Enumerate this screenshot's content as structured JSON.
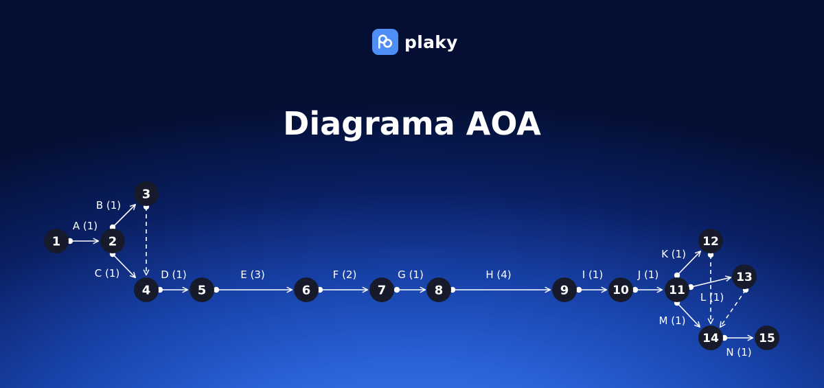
{
  "brand": {
    "name": "plaky"
  },
  "title": "Diagrama AOA",
  "colors": {
    "node_fill": "#161a2b",
    "line": "#ffffff",
    "brand": "#4f8ef7"
  },
  "nodes": [
    {
      "id": 1,
      "label": "1"
    },
    {
      "id": 2,
      "label": "2"
    },
    {
      "id": 3,
      "label": "3"
    },
    {
      "id": 4,
      "label": "4"
    },
    {
      "id": 5,
      "label": "5"
    },
    {
      "id": 6,
      "label": "6"
    },
    {
      "id": 7,
      "label": "7"
    },
    {
      "id": 8,
      "label": "8"
    },
    {
      "id": 9,
      "label": "9"
    },
    {
      "id": 10,
      "label": "10"
    },
    {
      "id": 11,
      "label": "11"
    },
    {
      "id": 12,
      "label": "12"
    },
    {
      "id": 13,
      "label": "13"
    },
    {
      "id": 14,
      "label": "14"
    },
    {
      "id": 15,
      "label": "15"
    }
  ],
  "activities": [
    {
      "from": 1,
      "to": 2,
      "name": "A",
      "duration": 1,
      "label": "A (1)"
    },
    {
      "from": 2,
      "to": 3,
      "name": "B",
      "duration": 1,
      "label": "B (1)"
    },
    {
      "from": 2,
      "to": 4,
      "name": "C",
      "duration": 1,
      "label": "C (1)"
    },
    {
      "from": 4,
      "to": 5,
      "name": "D",
      "duration": 1,
      "label": "D (1)"
    },
    {
      "from": 5,
      "to": 6,
      "name": "E",
      "duration": 3,
      "label": "E (3)"
    },
    {
      "from": 6,
      "to": 7,
      "name": "F",
      "duration": 2,
      "label": "F (2)"
    },
    {
      "from": 7,
      "to": 8,
      "name": "G",
      "duration": 1,
      "label": "G (1)"
    },
    {
      "from": 8,
      "to": 9,
      "name": "H",
      "duration": 4,
      "label": "H (4)"
    },
    {
      "from": 9,
      "to": 10,
      "name": "I",
      "duration": 1,
      "label": "I (1)"
    },
    {
      "from": 10,
      "to": 11,
      "name": "J",
      "duration": 1,
      "label": "J (1)"
    },
    {
      "from": 11,
      "to": 12,
      "name": "K",
      "duration": 1,
      "label": "K (1)"
    },
    {
      "from": 11,
      "to": 13,
      "name": "L",
      "duration": 1,
      "label": "L (1)"
    },
    {
      "from": 11,
      "to": 14,
      "name": "M",
      "duration": 1,
      "label": "M (1)"
    },
    {
      "from": 14,
      "to": 15,
      "name": "N",
      "duration": 1,
      "label": "N (1)"
    }
  ],
  "dummies": [
    {
      "from": 3,
      "to": 4
    },
    {
      "from": 12,
      "to": 14
    },
    {
      "from": 13,
      "to": 14
    }
  ]
}
